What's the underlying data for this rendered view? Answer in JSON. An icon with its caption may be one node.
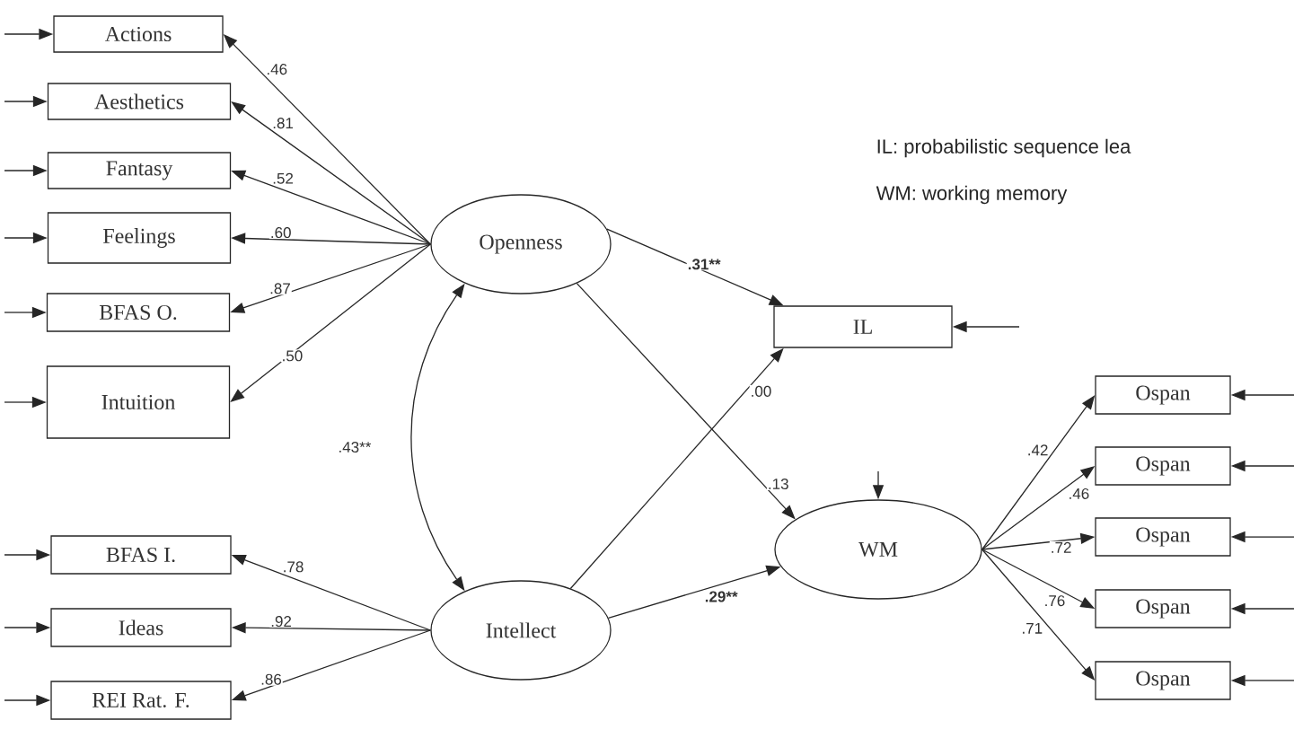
{
  "diagram": {
    "nodes": [
      {
        "text": [
          "Actions"
        ]
      },
      {
        "text": [
          "Aesthetics"
        ]
      },
      {
        "text": [
          "Fantasy"
        ]
      },
      {
        "text": [
          "Feelings"
        ]
      },
      {
        "text": [
          "BFAS O."
        ]
      },
      {
        "text": [
          "Intuition"
        ]
      },
      {
        "text": [
          "Openness"
        ]
      },
      {
        "text": [
          "IL"
        ]
      },
      {
        "text": [
          "Ospan"
        ]
      },
      {
        "text": [
          "Ospan"
        ]
      },
      {
        "text": [
          "Ospan"
        ]
      },
      {
        "text": [
          "Ospan"
        ]
      },
      {
        "text": [
          "Ospan"
        ]
      },
      {
        "text": [
          "WM"
        ]
      },
      {
        "text": [
          "BFAS I."
        ]
      },
      {
        "text": [
          "Ideas"
        ]
      },
      {
        "text": [
          "REI Rat. F."
        ]
      },
      {
        "text": [
          "Intellect"
        ]
      }
    ],
    "edges": [
      {
        "from": 6,
        "to": 0,
        "arrow": "to",
        "label": ".46"
      },
      {
        "from": 6,
        "to": 1,
        "arrow": "to",
        "label": ".81"
      },
      {
        "from": 6,
        "to": 2,
        "arrow": "to",
        "label": ".52"
      },
      {
        "from": 6,
        "to": 3,
        "arrow": "to",
        "label": ".60"
      },
      {
        "from": 6,
        "to": 4,
        "arrow": "to",
        "label": ".87"
      },
      {
        "from": 6,
        "to": 5,
        "arrow": "to",
        "label": ".50"
      },
      {
        "from": 6,
        "to": 7,
        "arrow": "to",
        "label": ".31**"
      },
      {
        "from": 6,
        "to": 13,
        "arrow": "to",
        "label": ".13"
      },
      {
        "from": 17,
        "to": 7,
        "arrow": "to",
        "label": ".00"
      },
      {
        "from": 17,
        "to": 13,
        "arrow": "to",
        "label": ".29**"
      },
      {
        "from": 6,
        "to": 17,
        "arrow": "both",
        "label": ".43**"
      },
      {
        "from": 17,
        "to": 14,
        "arrow": "to",
        "label": ".78"
      },
      {
        "from": 17,
        "to": 15,
        "arrow": "to",
        "label": ".92"
      },
      {
        "from": 17,
        "to": 16,
        "arrow": "to",
        "label": ".86"
      },
      {
        "from": 13,
        "to": 8,
        "arrow": "to",
        "label": ".42"
      },
      {
        "from": 13,
        "to": 9,
        "arrow": "to",
        "label": ".46"
      },
      {
        "from": 13,
        "to": 10,
        "arrow": "to",
        "label": ".72"
      },
      {
        "from": 13,
        "to": 11,
        "arrow": "to",
        "label": ".76"
      },
      {
        "from": 13,
        "to": 12,
        "arrow": "to",
        "label": ".71"
      },
      {
        "from": null,
        "to": 0,
        "arrow": "to"
      },
      {
        "from": null,
        "to": 1,
        "arrow": "to"
      },
      {
        "from": null,
        "to": 2,
        "arrow": "to"
      },
      {
        "from": null,
        "to": 3,
        "arrow": "to"
      },
      {
        "from": null,
        "to": 4,
        "arrow": "to"
      },
      {
        "from": null,
        "to": 5,
        "arrow": "to"
      },
      {
        "from": null,
        "to": 7,
        "arrow": "to"
      },
      {
        "from": null,
        "to": 8,
        "arrow": "to"
      },
      {
        "from": null,
        "to": 9,
        "arrow": "to"
      },
      {
        "from": null,
        "to": 10,
        "arrow": "to"
      },
      {
        "from": null,
        "to": 11,
        "arrow": "to"
      },
      {
        "from": null,
        "to": 12,
        "arrow": "to"
      },
      {
        "from": null,
        "to": 13,
        "arrow": "to"
      },
      {
        "from": null,
        "to": 14,
        "arrow": "to"
      },
      {
        "from": null,
        "to": 15,
        "arrow": "to"
      },
      {
        "from": null,
        "to": 16,
        "arrow": "to"
      }
    ],
    "labels": [
      "IL: probabilistic sequence lea",
      "WM: working memory"
    ]
  }
}
